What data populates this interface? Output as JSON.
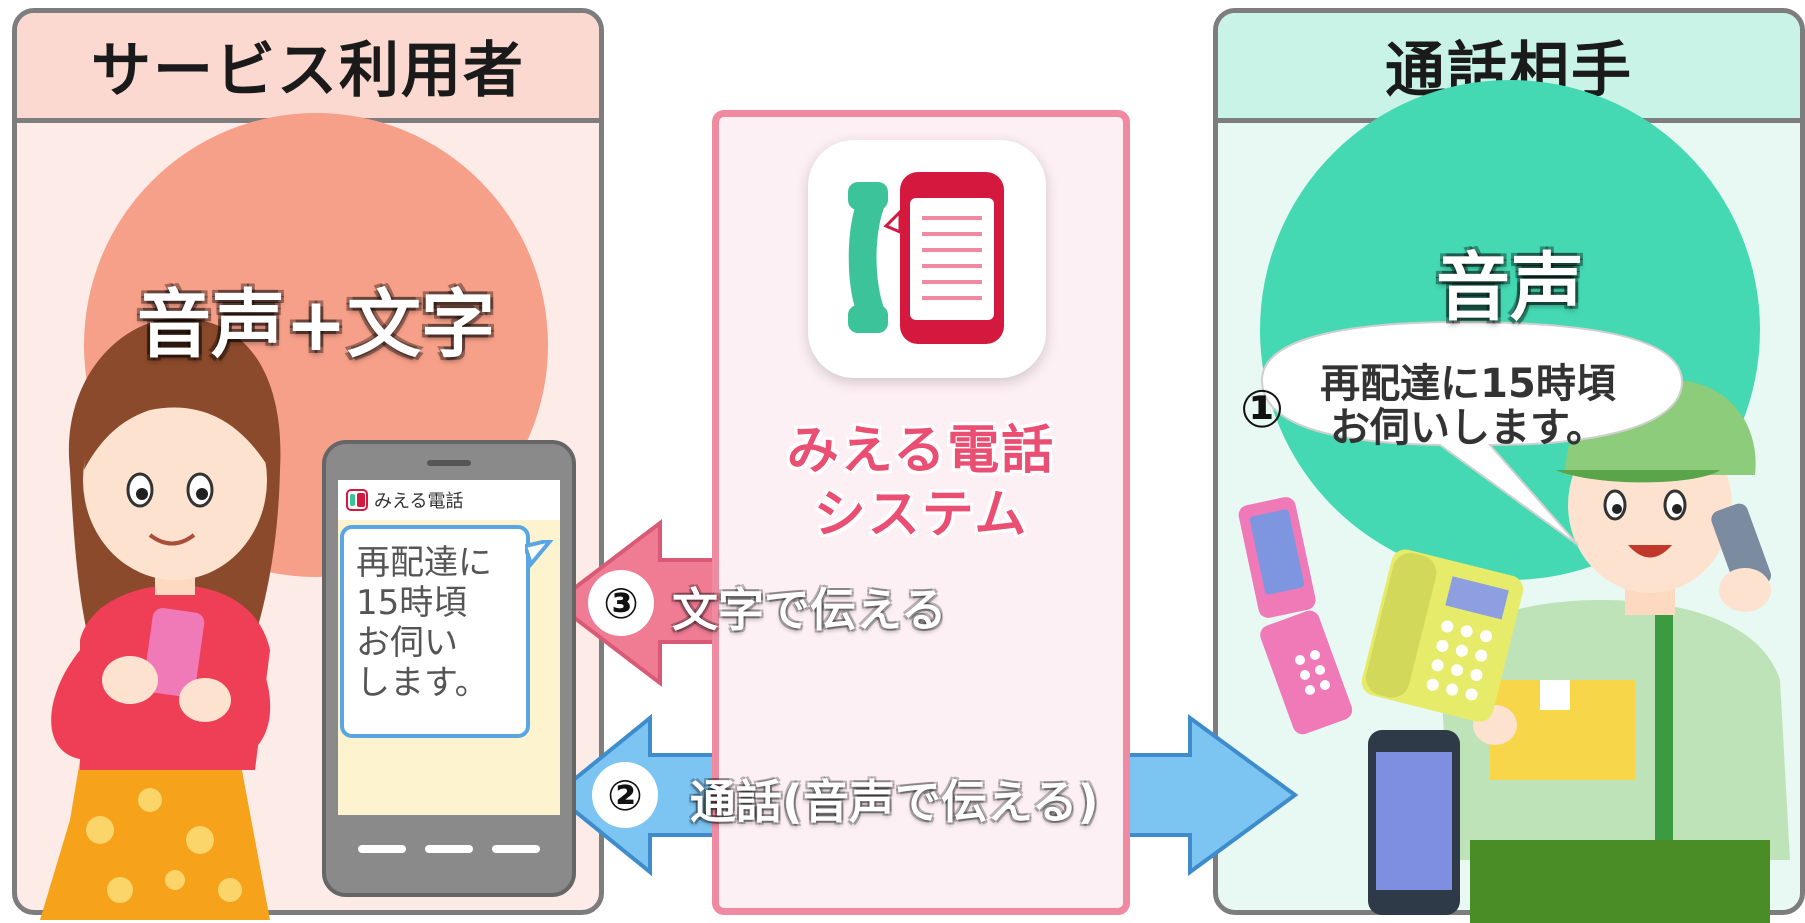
{
  "left_panel": {
    "title": "サービス利用者",
    "mode": "音声+文字",
    "phone_app_label": "みえる電話",
    "message_lines": [
      "再配達に",
      "15時頃",
      "お伺い",
      "します。"
    ]
  },
  "center": {
    "system_name_line1": "みえる電話",
    "system_name_line2": "システム"
  },
  "right_panel": {
    "title": "通話相手",
    "mode": "音声",
    "speech_number": "①",
    "speech_lines": [
      "再配達に15時頃",
      "お伺いします。"
    ]
  },
  "arrows": {
    "text_arrow": {
      "number": "③",
      "label": "文字で伝える"
    },
    "voice_arrow": {
      "number": "②",
      "label": "通話(音声で伝える)"
    }
  },
  "colors": {
    "left_header": "#fbd9d0",
    "right_header": "#c8f3e6",
    "system_pink": "#ea4f73",
    "text_arrow": "#f07c94",
    "voice_arrow": "#7cc4f2",
    "left_circle": "#f7a089",
    "right_circle": "#44d9b2"
  }
}
